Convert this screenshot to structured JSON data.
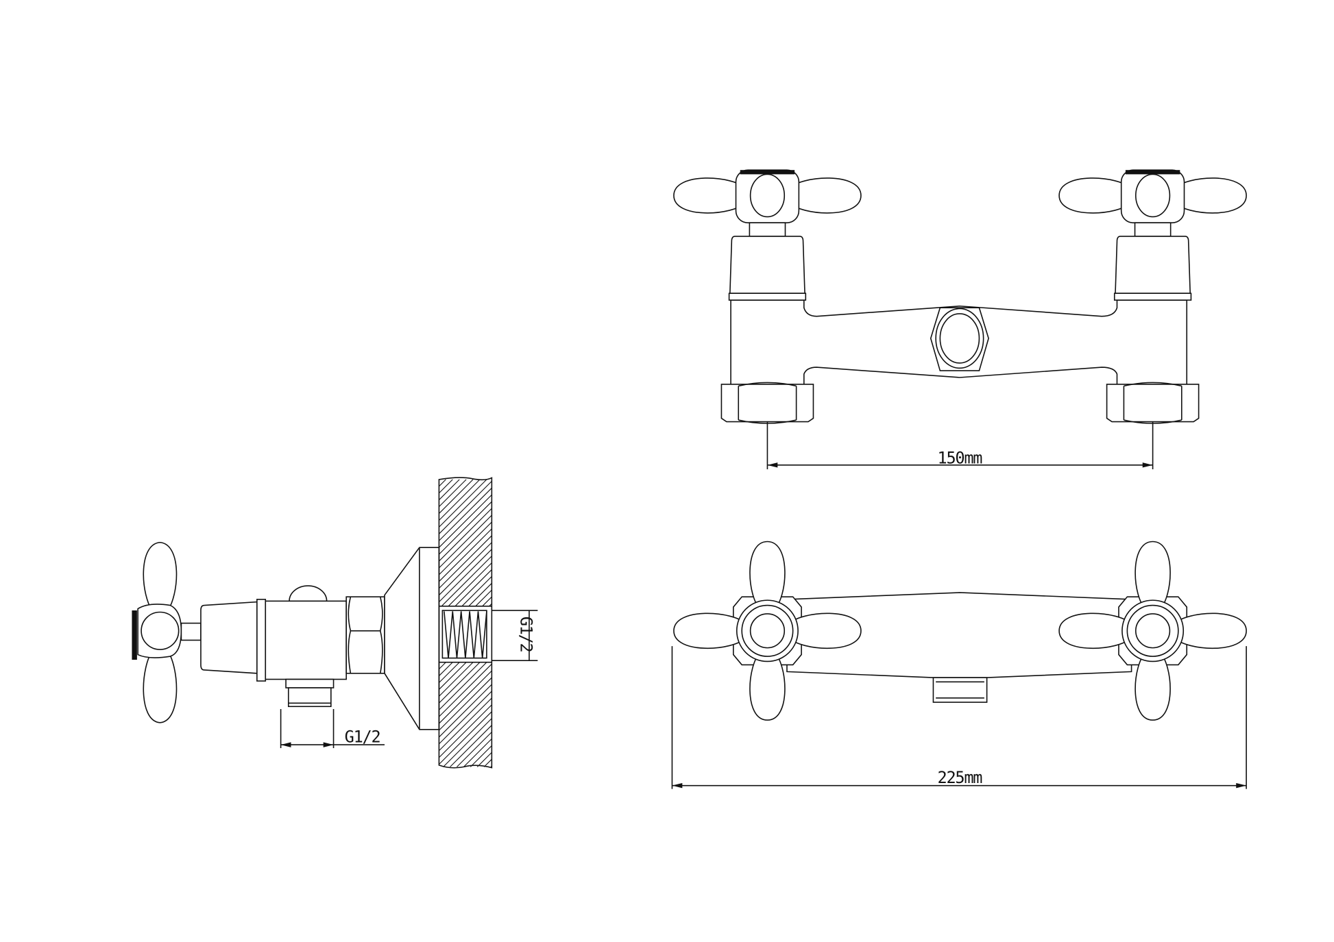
{
  "drawing": {
    "front_view": {
      "dimension_label": "150mm"
    },
    "top_view": {
      "dimension_label": "225mm"
    },
    "side_view": {
      "outlet_thread_label": "G1/2",
      "wall_thread_label": "G1/2"
    }
  },
  "colors": {
    "line": "#111111",
    "background": "#ffffff"
  }
}
